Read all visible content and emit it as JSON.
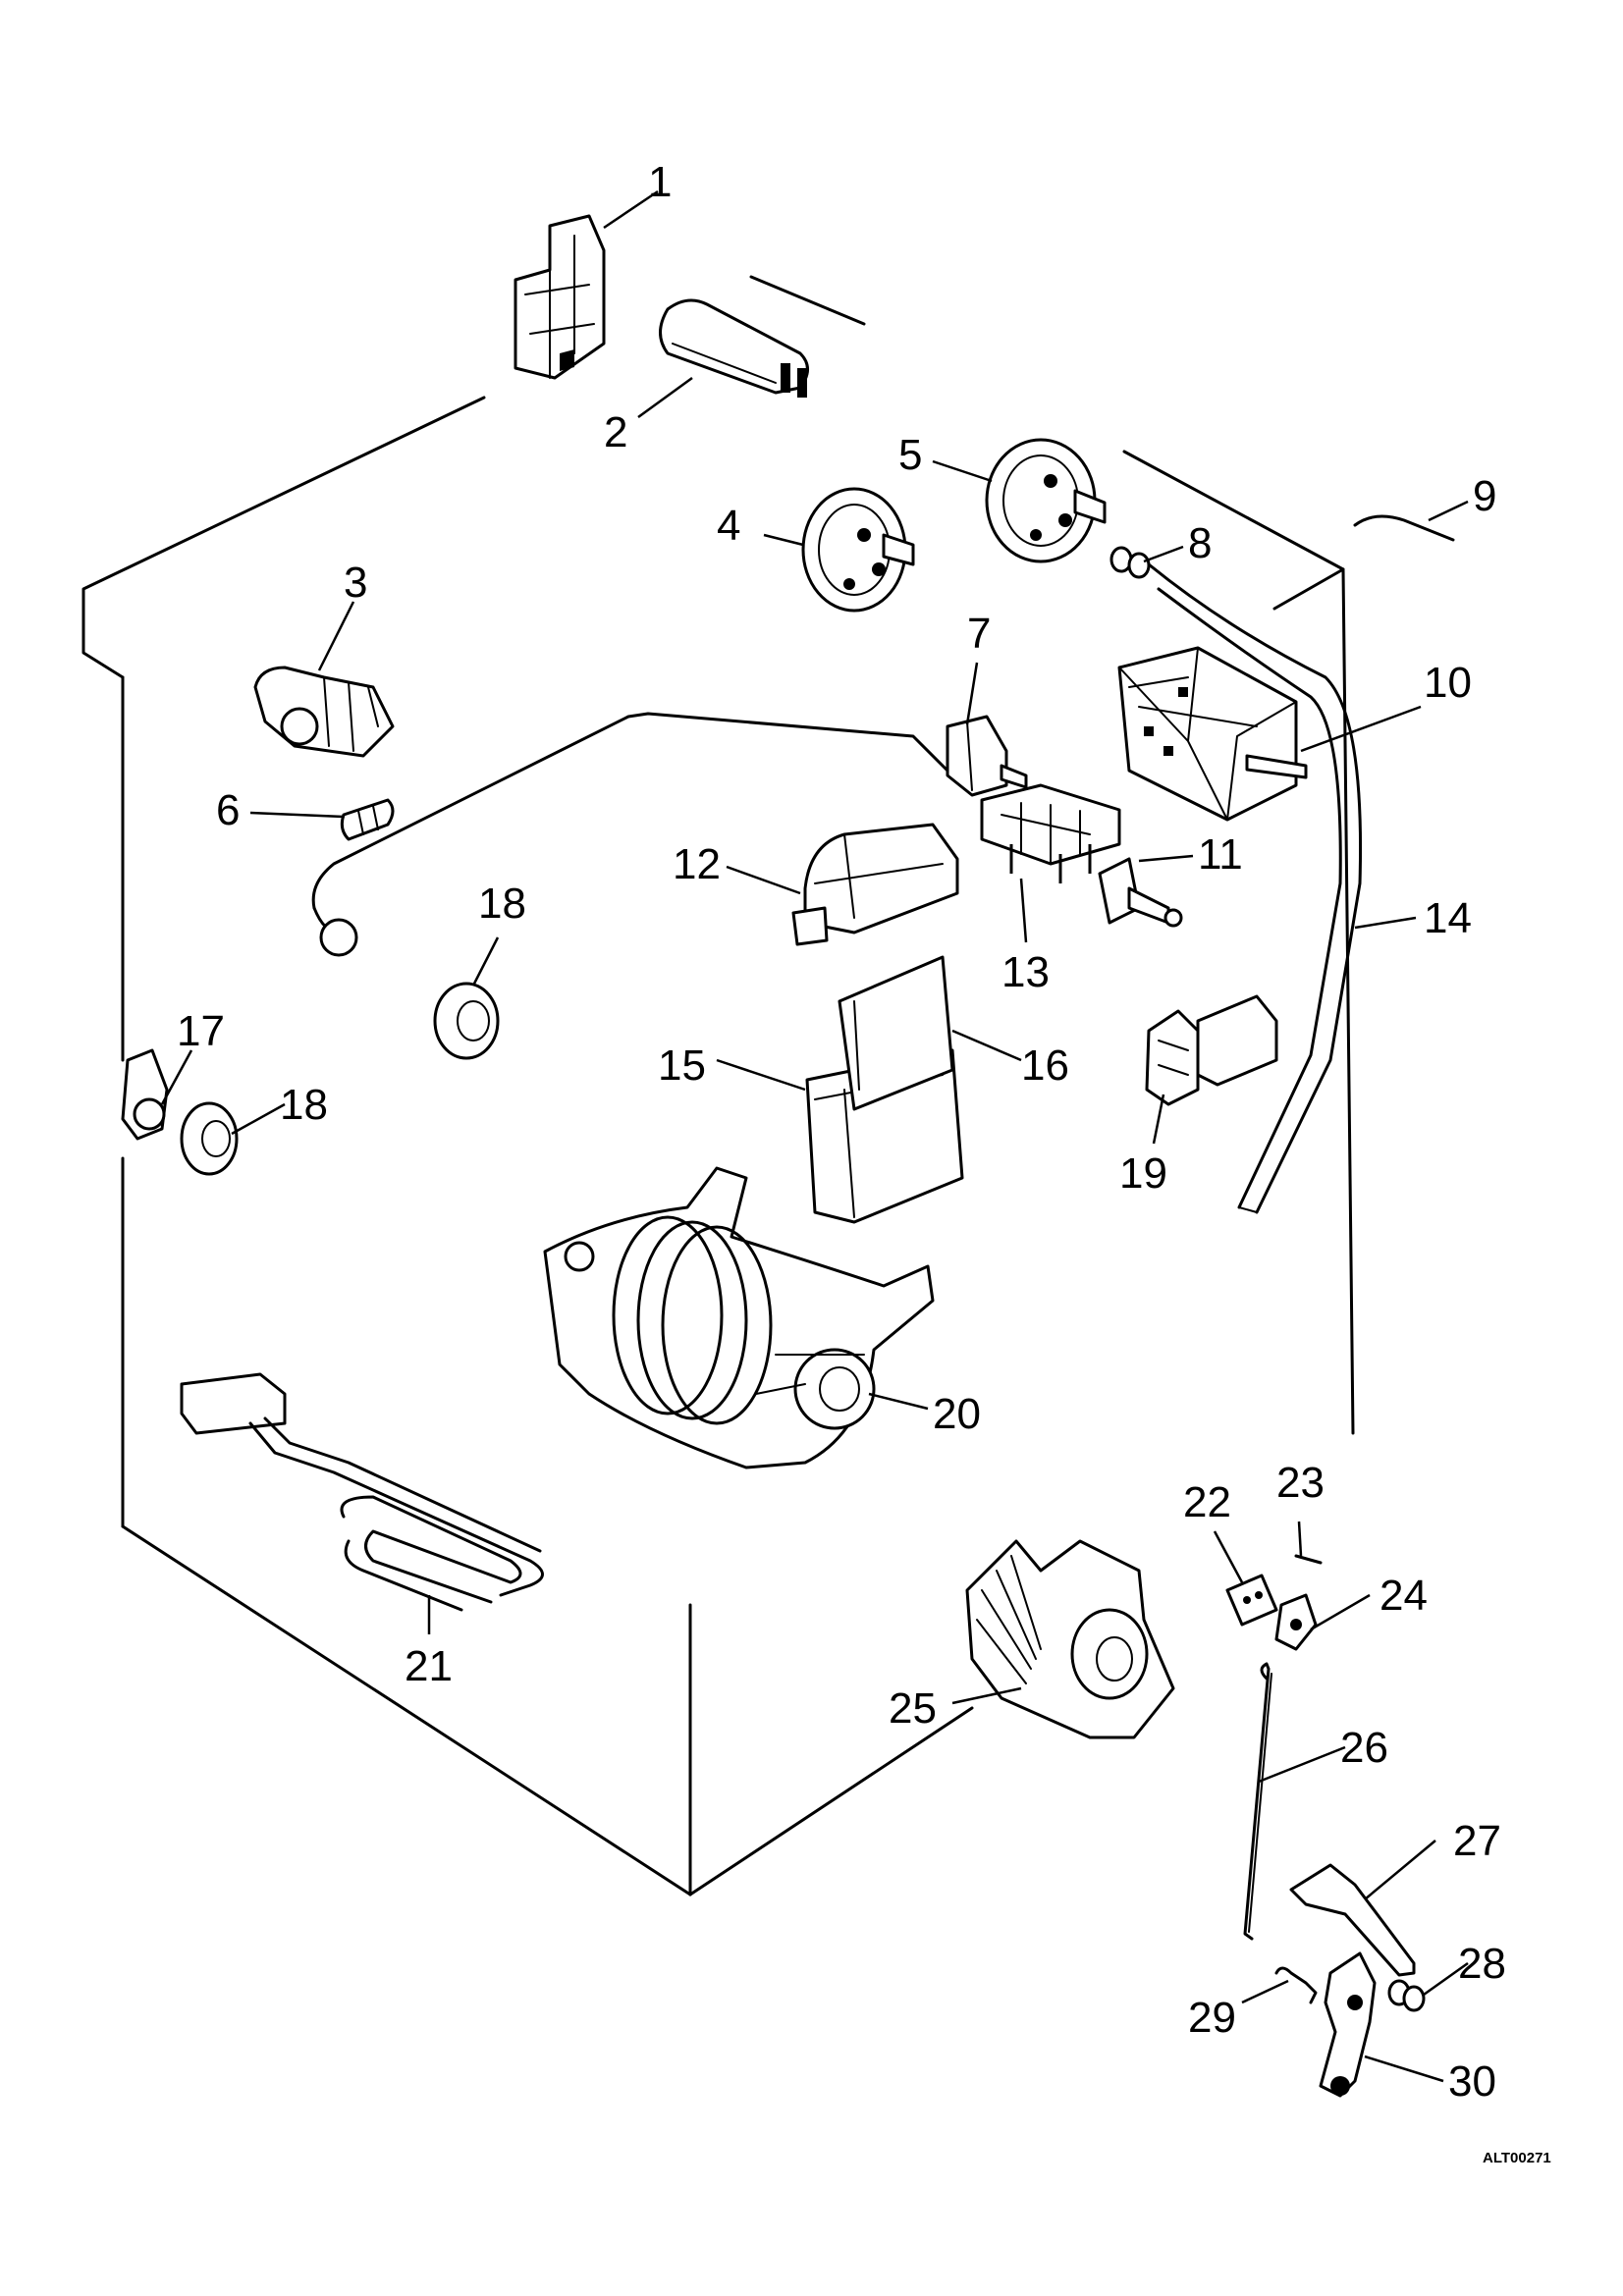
{
  "diagram": {
    "drawing_id": "ALT00271",
    "callouts": [
      "1",
      "2",
      "3",
      "4",
      "5",
      "6",
      "7",
      "8",
      "9",
      "10",
      "11",
      "12",
      "13",
      "14",
      "15",
      "16",
      "17",
      "18",
      "18",
      "19",
      "20",
      "21",
      "22",
      "23",
      "24",
      "25",
      "26",
      "27",
      "28",
      "29",
      "30"
    ]
  }
}
